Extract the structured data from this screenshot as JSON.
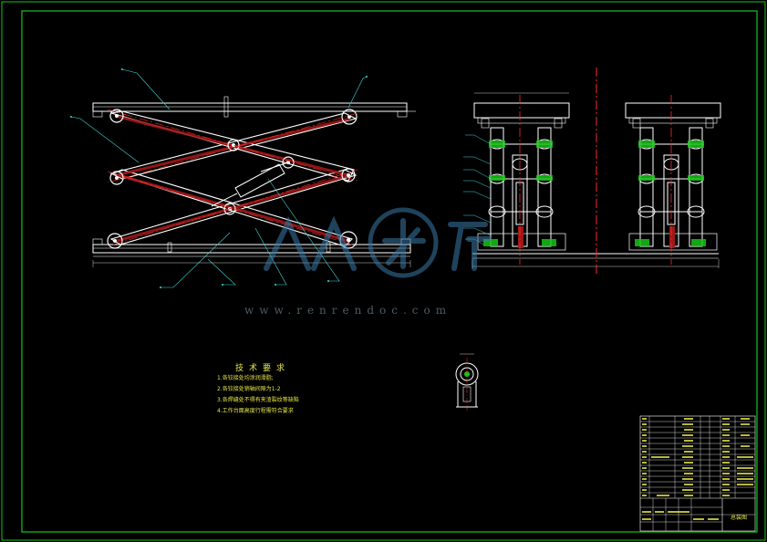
{
  "technical_requirements": {
    "title": "技术要求",
    "items": [
      "1.各铰接处均涂润滑脂;",
      "2.各铰接处销轴间隙为1-2",
      "3.各焊缝处不得有夹渣裂纹等缺陷",
      "4.工作台面高度行程需符合要求"
    ]
  },
  "title_block": {
    "drawing_name": "总装图"
  },
  "watermark": {
    "text": "www.renrendoc.com"
  },
  "colors": {
    "background": "#000000",
    "frame": "#18c418",
    "outline": "#ffffff",
    "centerline": "#ff2a2a",
    "leader": "#3ed6d6",
    "text": "#e6e64a",
    "watermark": "#3a7ba8"
  }
}
